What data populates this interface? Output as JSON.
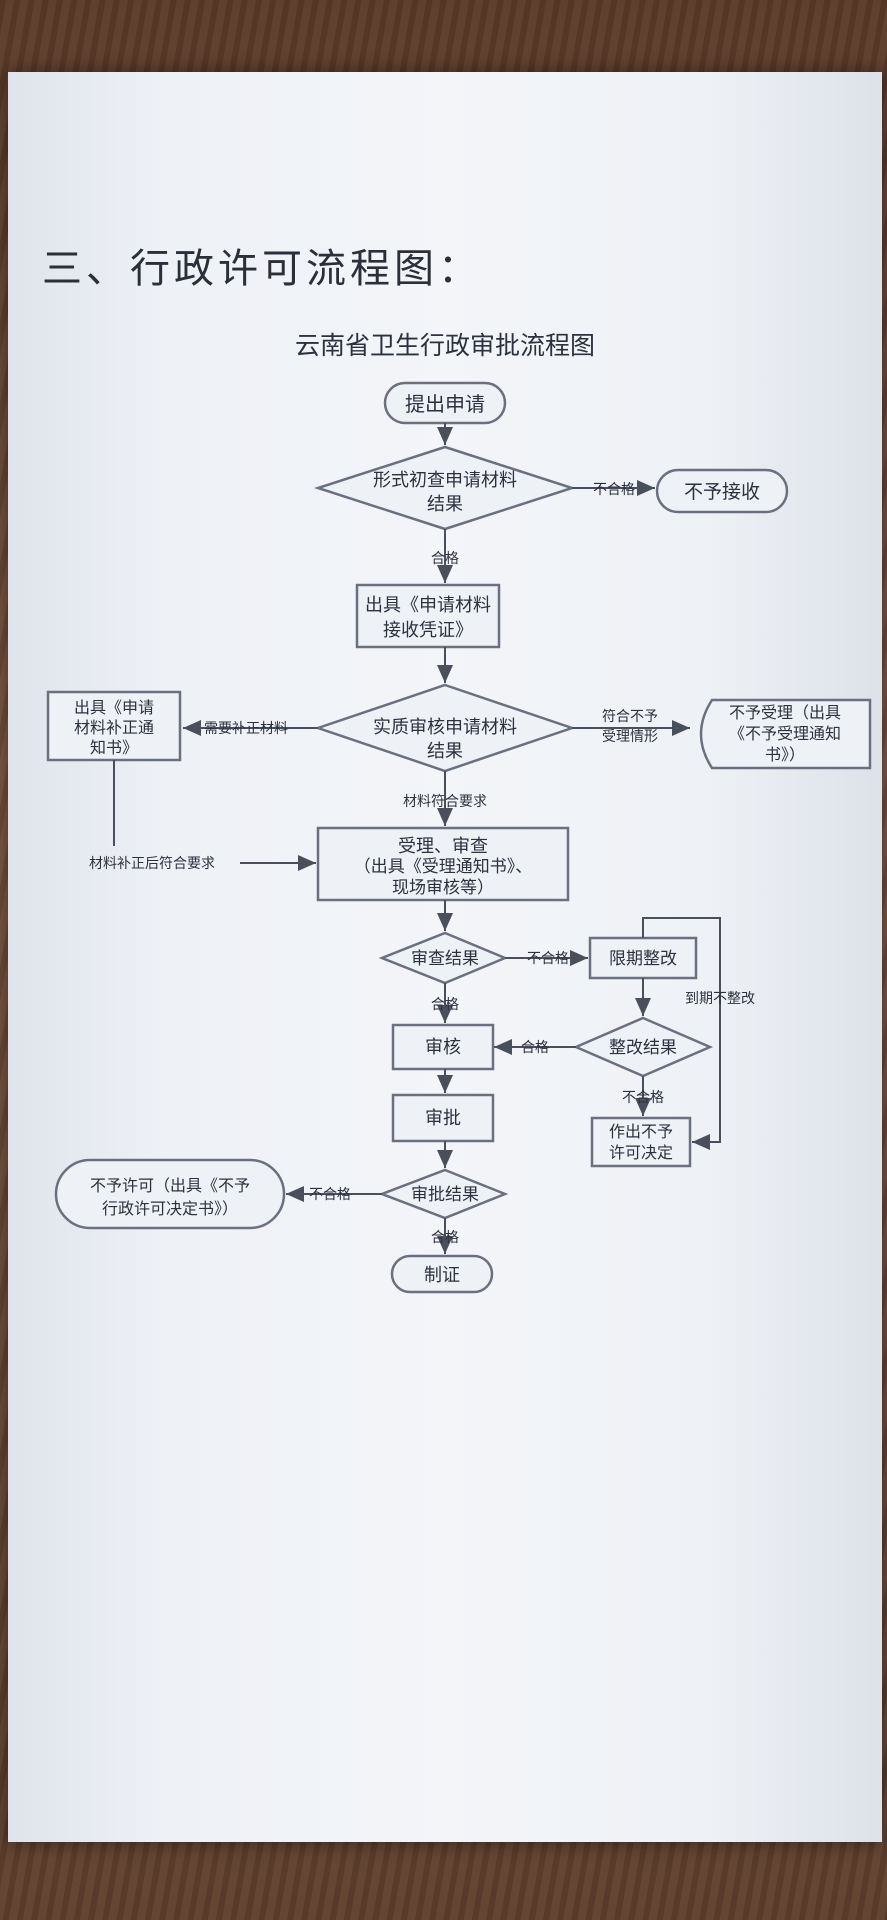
{
  "heading": "三、行政许可流程图：",
  "diagram": {
    "title": "云南省卫生行政审批流程图",
    "nodes": {
      "start": "提出申请",
      "check1_l1": "形式初查申请材料",
      "check1_l2": "结果",
      "reject1": "不予接收",
      "receipt_l1": "出具《申请材料",
      "receipt_l2": "接收凭证》",
      "review_l1": "实质审核申请材料",
      "review_l2": "结果",
      "supplement_l1": "出具《申请",
      "supplement_l2": "材料补正通",
      "supplement_l3": "知书》",
      "notaccept_l1": "不予受理（出具",
      "notaccept_l2": "《不予受理通知",
      "notaccept_l3": "书》）",
      "accept_l1": "受理、审查",
      "accept_l2": "（出具《受理通知书》、",
      "accept_l3": "现场审核等）",
      "result": "审查结果",
      "rectify": "限期整改",
      "rectresult": "整改结果",
      "verify": "审核",
      "nopermit_l1": "作出不予",
      "nopermit_l2": "许可决定",
      "approve": "审批",
      "approveresult": "审批结果",
      "deny_l1": "不予许可（出具《不予",
      "deny_l2": "行政许可决定书》）",
      "issue": "制证"
    },
    "edges": {
      "fail": "不合格",
      "pass": "合格",
      "need_supp": "需要补正材料",
      "meet_l1": "符合不予",
      "meet_l2": "受理情形",
      "ok": "材料符合要求",
      "after_supp": "材料补正后符合要求",
      "overdue": "到期不整改"
    }
  }
}
